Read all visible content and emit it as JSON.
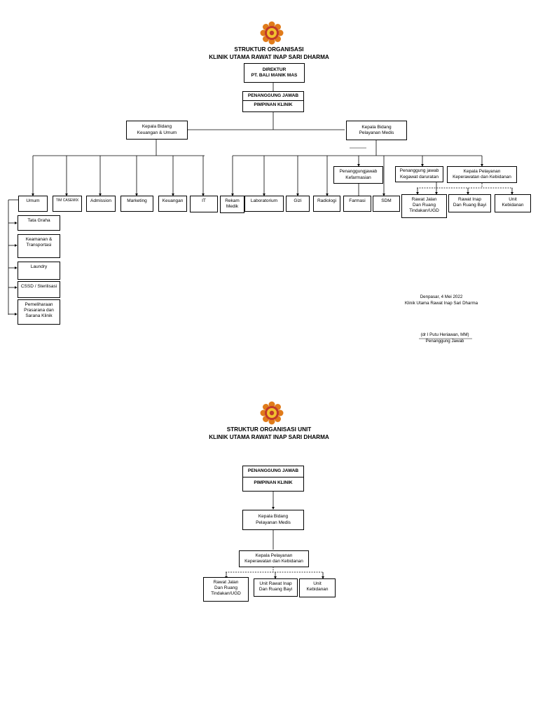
{
  "page1": {
    "title_line1": "STRUKTUR ORGANISASI",
    "title_line2": "KLINIK UTAMA RAWAT INAP SARI DHARMA",
    "direktur": {
      "line1": "DIREKTUR",
      "line2": "PT. BALI MANIK MAS"
    },
    "pj": {
      "label": "PENANGGUNG JAWAB",
      "sub": "PIMPINAN KLINIK"
    },
    "kabid_keuangan": {
      "line1": "Kepala Bidang",
      "line2": "Keuangan & Umum"
    },
    "kabid_pelayanan": {
      "line1": "Kepala Bidang",
      "line2": "Pelayanan Medis"
    },
    "pj_kefarmasian": {
      "line1": "Penanggungjawab",
      "line2": "Kefarmasian"
    },
    "pj_kegawat": {
      "line1": "Penanggung jawab",
      "line2": "Kegawat daruratan"
    },
    "kepala_pelayanan": {
      "line1": "Kepala Pelayanan",
      "line2": "Keperawatan dan Kebidanan"
    },
    "units_left": [
      "Umum",
      "TIM CASEMIX",
      "Admission",
      "Marketing",
      "Keuangan",
      "IT"
    ],
    "rekam_medik": {
      "line1": "Rekam",
      "line2": "Medik"
    },
    "units_mid": [
      "Laboratorium",
      "Gizi",
      "Radiologi",
      "Farmasi",
      "SDM"
    ],
    "rawat_jalan": {
      "line1": "Rawat Jalan",
      "line2": "Dan Ruang",
      "line3": "Tindakan/UGD"
    },
    "rawat_inap": {
      "line1": "Rawat Inap",
      "line2": "Dan Ruang Bayi"
    },
    "unit_kebidanan": {
      "line1": "Unit",
      "line2": "Kebidanan"
    },
    "umum_children": {
      "tata_graha": "Tata Graha",
      "keamanan": {
        "line1": "Keamanan &",
        "line2": "Transportasi"
      },
      "laundry": "Laundry",
      "cssd": "CSSD / Sterilisasi",
      "pemeliharaan": {
        "line1": "Pemeliharaan",
        "line2": "Prasarana dan",
        "line3": "Sarana Klinik"
      }
    },
    "signature": {
      "place_date": "Denpasar, 4 Mei 2022",
      "org": "Klinik Utama Rawat Inap Sari Dharma",
      "name": "(dr I Putu Heriawan, MM)",
      "role": "Penanggung Jawab"
    }
  },
  "page2": {
    "title_line1": "STRUKTUR ORGANISASI UNIT",
    "title_line2": "KLINIK UTAMA RAWAT INAP SARI DHARMA",
    "pj": {
      "label": "PENANGGUNG JAWAB",
      "sub": "PIMPINAN KLINIK"
    },
    "kabid": {
      "line1": "Kepala Bidang",
      "line2": "Pelayanan Medis"
    },
    "kepala_pelayanan": {
      "line1": "Kepala Pelayanan",
      "line2": "Keperawatan dan Kebidanan"
    },
    "rawat_jalan": {
      "line1": "Rawat Jalan",
      "line2": "Dan Ruang",
      "line3": "Tindakan/UGD"
    },
    "rawat_inap": {
      "line1": "Unit Rawat Inap",
      "line2": "Dan Ruang Bayi"
    },
    "unit_kebidanan": {
      "line1": "Unit",
      "line2": "Kebidanan"
    }
  },
  "colors": {
    "logo_outer": "#e07b1a",
    "logo_inner": "#c0392b",
    "logo_center": "#f2c12e"
  }
}
